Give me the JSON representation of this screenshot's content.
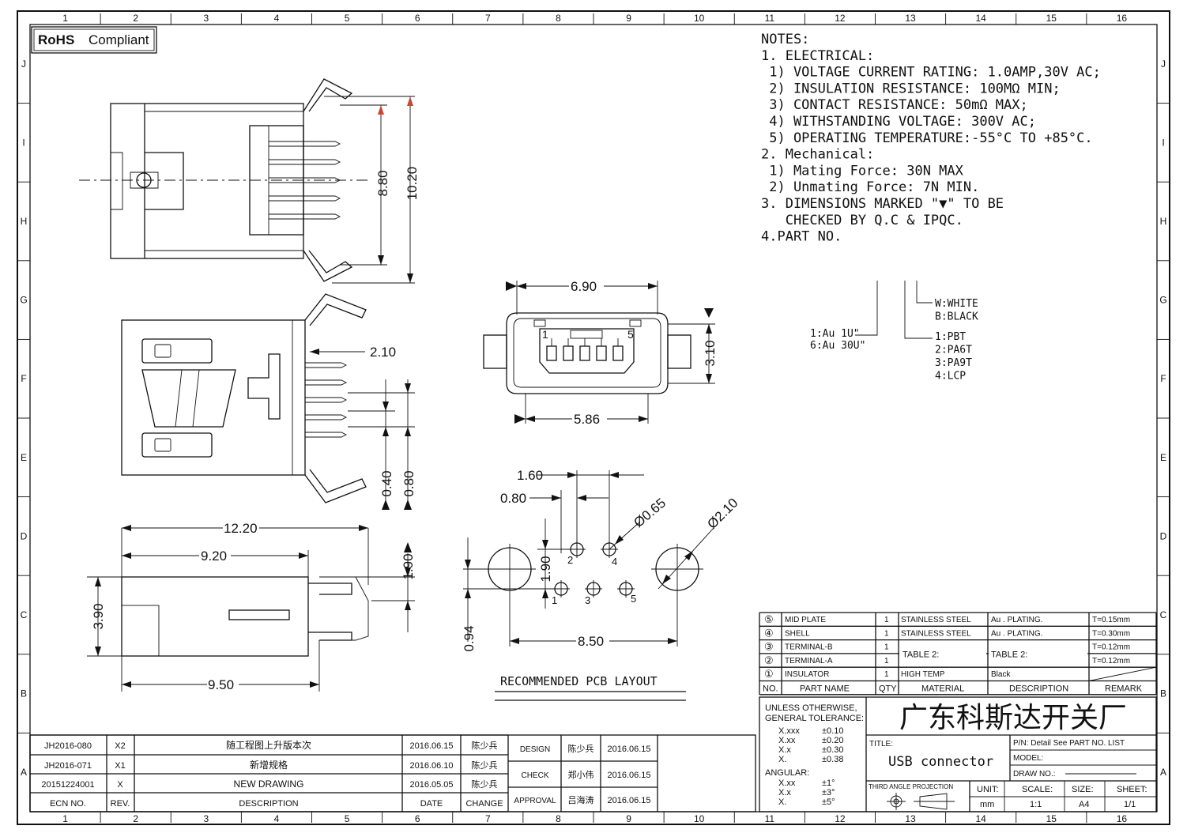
{
  "grid": {
    "cols": [
      "1",
      "2",
      "3",
      "4",
      "5",
      "6",
      "7",
      "8",
      "9",
      "10",
      "11",
      "12",
      "13",
      "14",
      "15",
      "16"
    ],
    "rows": [
      "J",
      "I",
      "H",
      "G",
      "F",
      "E",
      "D",
      "C",
      "B",
      "A"
    ]
  },
  "rohs": {
    "bold": "RoHS",
    "text": "Compliant"
  },
  "notes": {
    "lines": [
      "NOTES:",
      "1. ELECTRICAL:",
      " 1) VOLTAGE CURRENT RATING: 1.0AMP,30V AC;",
      " 2) INSULATION RESISTANCE: 100MΩ MIN;",
      " 3) CONTACT RESISTANCE: 50mΩ MAX;",
      " 4) WITHSTANDING VOLTAGE: 300V AC;",
      " 5) OPERATING TEMPERATURE:-55°C TO +85°C.",
      "2. Mechanical:",
      " 1) Mating Force: 30N MAX",
      " 2) Unmating Force: 7N MIN.",
      "3. DIMENSIONS MARKED \"▼\" TO BE",
      "   CHECKED BY Q.C & IPQC.",
      "4.PART NO."
    ]
  },
  "part_no": {
    "plating": [
      "1:Au 1U\"",
      "6:Au 30U\""
    ],
    "material": [
      "1:PBT",
      "2:PA6T",
      "3:PA9T",
      "4:LCP"
    ],
    "color": [
      "W:WHITE",
      "B:BLACK"
    ]
  },
  "dims": {
    "d880": "8.80",
    "d1020": "10.20",
    "d210": "2.10",
    "d040": "0.40",
    "d080v": "0.80",
    "d1220": "12.20",
    "d920": "9.20",
    "d950": "9.50",
    "d390": "3.90",
    "d190": "1.90",
    "d690": "6.90",
    "d586": "5.86",
    "d310": "3.10",
    "pin1": "1",
    "pin5": "5",
    "d160": "1.60",
    "d080h": "0.80",
    "d065": "Ø0.65",
    "d210b": "Ø2.10",
    "d190b": "1.90",
    "d094": "0.94",
    "d850": "8.50",
    "pcb_pins": [
      "1",
      "2",
      "3",
      "4",
      "5"
    ],
    "pcb_title": "RECOMMENDED PCB LAYOUT"
  },
  "bom": {
    "rows": [
      {
        "no": "⑤",
        "name": "MID PLATE",
        "qty": "1",
        "mat": "STAINLESS STEEL",
        "desc": "Au . PLATING.",
        "rem": "T=0.15mm"
      },
      {
        "no": "④",
        "name": "SHELL",
        "qty": "1",
        "mat": "STAINLESS STEEL",
        "desc": "Au . PLATING.",
        "rem": "T=0.30mm"
      },
      {
        "no": "③",
        "name": "TERMINAL-B",
        "qty": "1",
        "mat": "",
        "desc": "",
        "rem": "T=0.12mm"
      },
      {
        "no": "②",
        "name": "TERMINAL-A",
        "qty": "1",
        "mat": "",
        "desc": "",
        "rem": "T=0.12mm"
      },
      {
        "no": "①",
        "name": "INSULATOR",
        "qty": "1",
        "mat": "HIGH TEMP",
        "desc": "Black",
        "rem": ""
      }
    ],
    "table2a": "TABLE 2:",
    "table2b": "TABLE 2:",
    "headers": {
      "no": "NO.",
      "name": "PART NAME",
      "qty": "QTY",
      "mat": "MATERIAL",
      "desc": "DESCRIPTION",
      "rem": "REMARK"
    }
  },
  "tolerance": {
    "title1": "UNLESS OTHERWISE,",
    "title2": "GENERAL TOLERANCE:",
    "linear": [
      [
        "X.xxx",
        "±0.10"
      ],
      [
        "X.xx",
        "±0.20"
      ],
      [
        "X.x",
        "±0.30"
      ],
      [
        "X.",
        "±0.38"
      ]
    ],
    "angular_label": "ANGULAR:",
    "angular": [
      [
        "X.xx",
        "±1°"
      ],
      [
        "X.x",
        "±3°"
      ],
      [
        "X.",
        "±5°"
      ]
    ]
  },
  "title_block": {
    "company": "广东科斯达开关厂",
    "title_label": "TITLE:",
    "title": "USB connector",
    "pn_label": "P/N: Detail  See  PART  NO.  LIST",
    "model_label": "MODEL:",
    "draw_no_label": "DRAW  NO.:",
    "projection": "THIRD ANGLE PROJECTION",
    "unit_label": "UNIT:",
    "unit": "mm",
    "scale_label": "SCALE:",
    "scale": "1:1",
    "size_label": "SIZE:",
    "size": "A4",
    "sheet_label": "SHEET:",
    "sheet": "1/1"
  },
  "revisions": {
    "rows": [
      {
        "ecn": "JH2016-080",
        "rev": "X2",
        "desc": "随工程图上升版本次",
        "date": "2016.06.15",
        "by": "陈少兵"
      },
      {
        "ecn": "JH2016-071",
        "rev": "X1",
        "desc": "新增规格",
        "date": "2016.06.10",
        "by": "陈少兵"
      },
      {
        "ecn": "20151224001",
        "rev": "X",
        "desc": "NEW  DRAWING",
        "date": "2016.05.05",
        "by": "陈少兵"
      }
    ],
    "headers": {
      "ecn": "ECN  NO.",
      "rev": "REV.",
      "desc": "DESCRIPTION",
      "date": "DATE",
      "by": "CHANGE"
    }
  },
  "approvals": [
    {
      "role": "DESIGN",
      "name": "陈少兵",
      "date": "2016.06.15"
    },
    {
      "role": "CHECK",
      "name": "郑小伟",
      "date": "2016.06.15"
    },
    {
      "role": "APPROVAL",
      "name": "吕海涛",
      "date": "2016.06.15"
    }
  ]
}
